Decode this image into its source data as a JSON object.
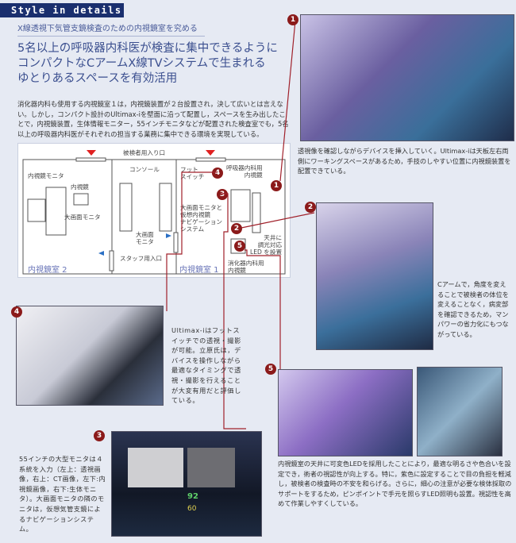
{
  "header": {
    "band": "Style in details",
    "subtitle": "X線透視下気管支鏡検査のための内視鏡室を究める",
    "headline": [
      "5名以上の呼吸器内科医が検査に集中できるように",
      "コンパクトなCアームX線TVシステムで生まれる",
      "ゆとりあるスペースを有効活用"
    ]
  },
  "lead": "消化器内科も使用する内視鏡室１は，内視鏡装置が２台設置され，決して広いとは言えない。しかし，コンパクト設計のUltimax-iを壁面に沿って配置し，スペースを生み出したことで，内視鏡装置，生体情報モニター，55インチモニタなどが配置された検査室でも，5名以上の呼吸器内科医がそれぞれの担当する業務に集中できる環境を実現している。",
  "plan": {
    "entrance_patient": "被検者用入り口",
    "endo_monitor": "内視鏡モニタ",
    "endoscope": "内視鏡",
    "big_monitor_left": "大画面モニタ",
    "console": "コンソール",
    "big_monitor_mid": "大画面\nモニタ",
    "staff_entrance": "スタッフ用入口",
    "foot_switch": "フット\nスイッチ",
    "resp_endo": "呼吸器内科用\n内視鏡",
    "nav": "大画面モニタと\n仮想内視鏡\nナビゲーション\nシステム",
    "led": "天井に\n調光対応\nLED を設置",
    "gi_endo": "消化器内科用\n内視鏡",
    "room2": "内視鏡室 2",
    "room1": "内視鏡室 1"
  },
  "markers": [
    "1",
    "2",
    "3",
    "4",
    "5"
  ],
  "captions": {
    "c1": "透視像を確認しながらデバイスを挿入していく。Ultimax-iは天板左右両側にワーキングスペースがあるため，手技のしやすい位置に内視鏡装置を配置できている。",
    "c2": "Cアームで，角度を変えることで被検者の体位を変えることなく，病変部を確認できるため，マンパワーの省力化にもつながっている。",
    "c3": "55インチの大型モニタは４系統を入力（左上：透視画像，右上：CT画像，左下:内視鏡画像，右下:生体モニタ）。大画面モニタの隣のモニタは，仮想気管支鏡によるナビゲーションシステム。",
    "c4": "Ultimax-iはフットスイッチでの透視・撮影が可能。立原氏は，デバイスを操作しながら最適なタイミングで透視・撮影を行えることが大変有用だと評価している。",
    "c5": "内視鏡室の天井に可変色LEDを採用したことにより，最適な明るさや色合いを設定でき，術者の視認性が向上する。特に，紫色に設定することで目の負担を軽減し，被検者の検査時の不安を和らげる。さらに，細心の注意が必要な検体採取のサポートをするため，ピンポイントで手元を照らすLED照明も設置。視認性を高めて作業しやすくしている。"
  },
  "monitor_values": [
    "92",
    "60"
  ],
  "colors": {
    "accent": "#8b1a1a",
    "navy": "#1a2f6e"
  }
}
